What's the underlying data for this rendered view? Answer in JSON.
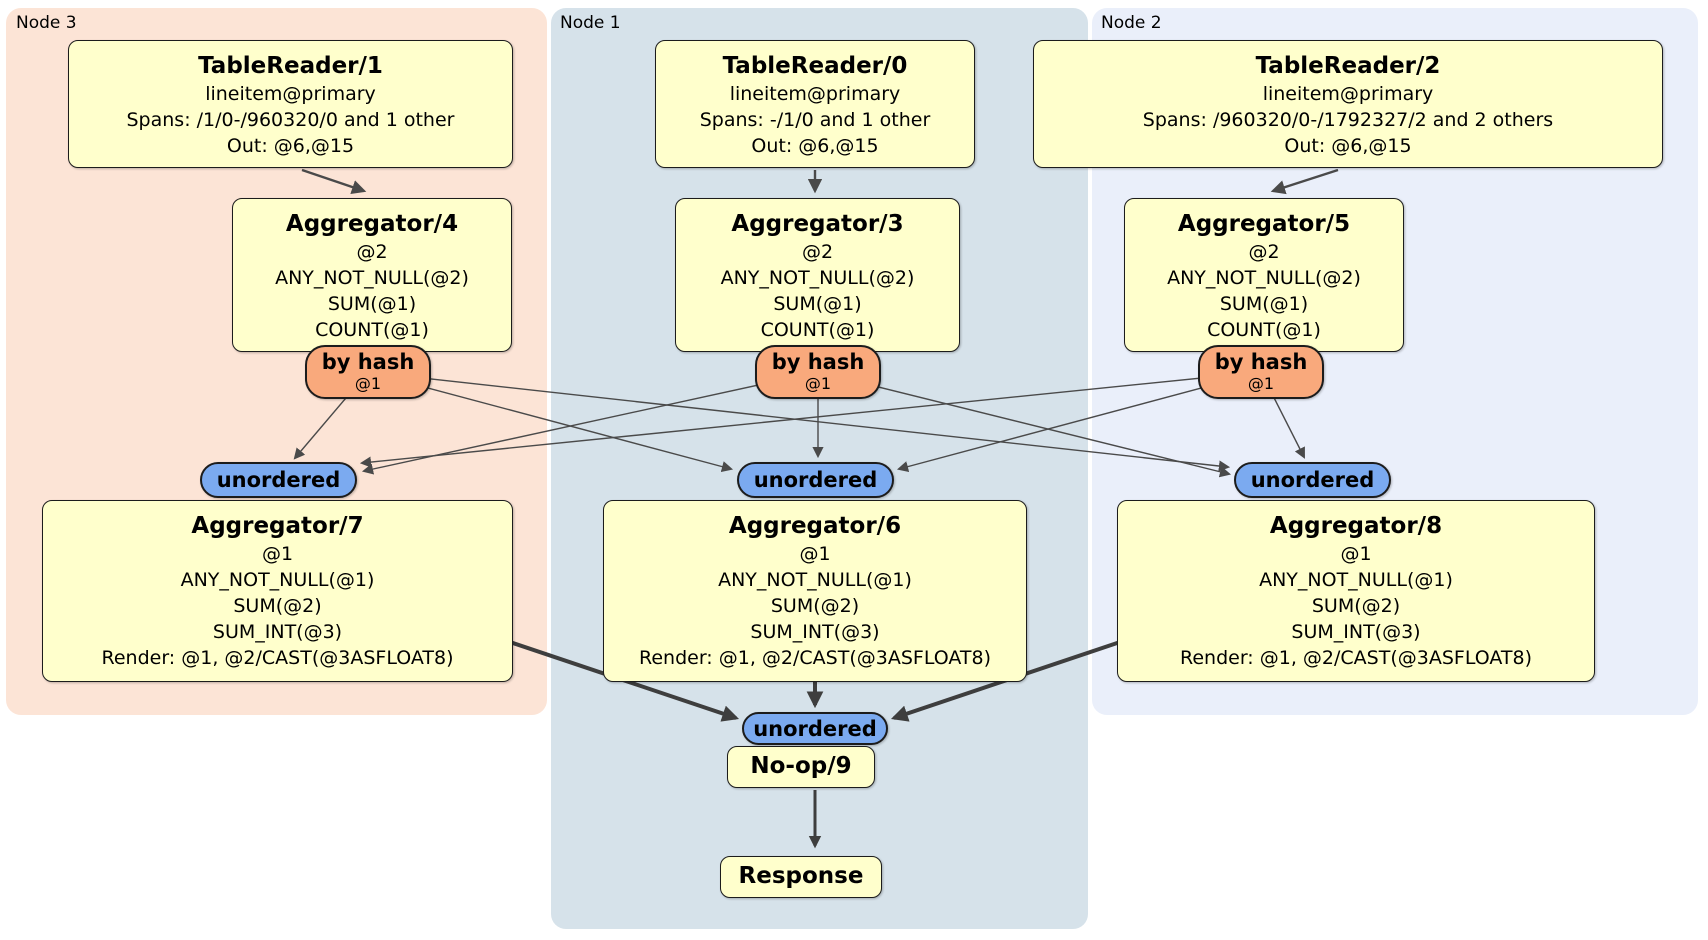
{
  "nodes": [
    {
      "id": "node3",
      "label": "Node 3"
    },
    {
      "id": "node1",
      "label": "Node 1"
    },
    {
      "id": "node2",
      "label": "Node 2"
    }
  ],
  "boxes": {
    "tr1": {
      "title": "TableReader/1",
      "lines": [
        "lineitem@primary",
        "Spans: /1/0-/960320/0 and 1 other",
        "Out: @6,@15"
      ]
    },
    "tr0": {
      "title": "TableReader/0",
      "lines": [
        "lineitem@primary",
        "Spans: -/1/0 and 1 other",
        "Out: @6,@15"
      ]
    },
    "tr2": {
      "title": "TableReader/2",
      "lines": [
        "lineitem@primary",
        "Spans: /960320/0-/1792327/2 and 2 others",
        "Out: @6,@15"
      ]
    },
    "agg4": {
      "title": "Aggregator/4",
      "lines": [
        "@2",
        "ANY_NOT_NULL(@2)",
        "SUM(@1)",
        "COUNT(@1)"
      ]
    },
    "agg3": {
      "title": "Aggregator/3",
      "lines": [
        "@2",
        "ANY_NOT_NULL(@2)",
        "SUM(@1)",
        "COUNT(@1)"
      ]
    },
    "agg5": {
      "title": "Aggregator/5",
      "lines": [
        "@2",
        "ANY_NOT_NULL(@2)",
        "SUM(@1)",
        "COUNT(@1)"
      ]
    },
    "agg7": {
      "title": "Aggregator/7",
      "lines": [
        "@1",
        "ANY_NOT_NULL(@1)",
        "SUM(@2)",
        "SUM_INT(@3)",
        "Render: @1, @2/CAST(@3ASFLOAT8)"
      ]
    },
    "agg6": {
      "title": "Aggregator/6",
      "lines": [
        "@1",
        "ANY_NOT_NULL(@1)",
        "SUM(@2)",
        "SUM_INT(@3)",
        "Render: @1, @2/CAST(@3ASFLOAT8)"
      ]
    },
    "agg8": {
      "title": "Aggregator/8",
      "lines": [
        "@1",
        "ANY_NOT_NULL(@1)",
        "SUM(@2)",
        "SUM_INT(@3)",
        "Render: @1, @2/CAST(@3ASFLOAT8)"
      ]
    },
    "noop": {
      "title": "No-op/9",
      "lines": []
    },
    "response": {
      "title": "Response",
      "lines": []
    }
  },
  "router": {
    "label": "by hash",
    "detail": "@1"
  },
  "sync": {
    "label": "unordered"
  },
  "colors": {
    "node3_bg": "#fce4d6",
    "node1_bg": "#d6e2ea",
    "node2_bg": "#eaeffa",
    "box_fill": "#ffffcc",
    "router_fill": "#f9a97c",
    "sync_fill": "#7baaf0",
    "edge_thin": "#4a4a4a",
    "edge_thick": "#3e3e3e"
  }
}
